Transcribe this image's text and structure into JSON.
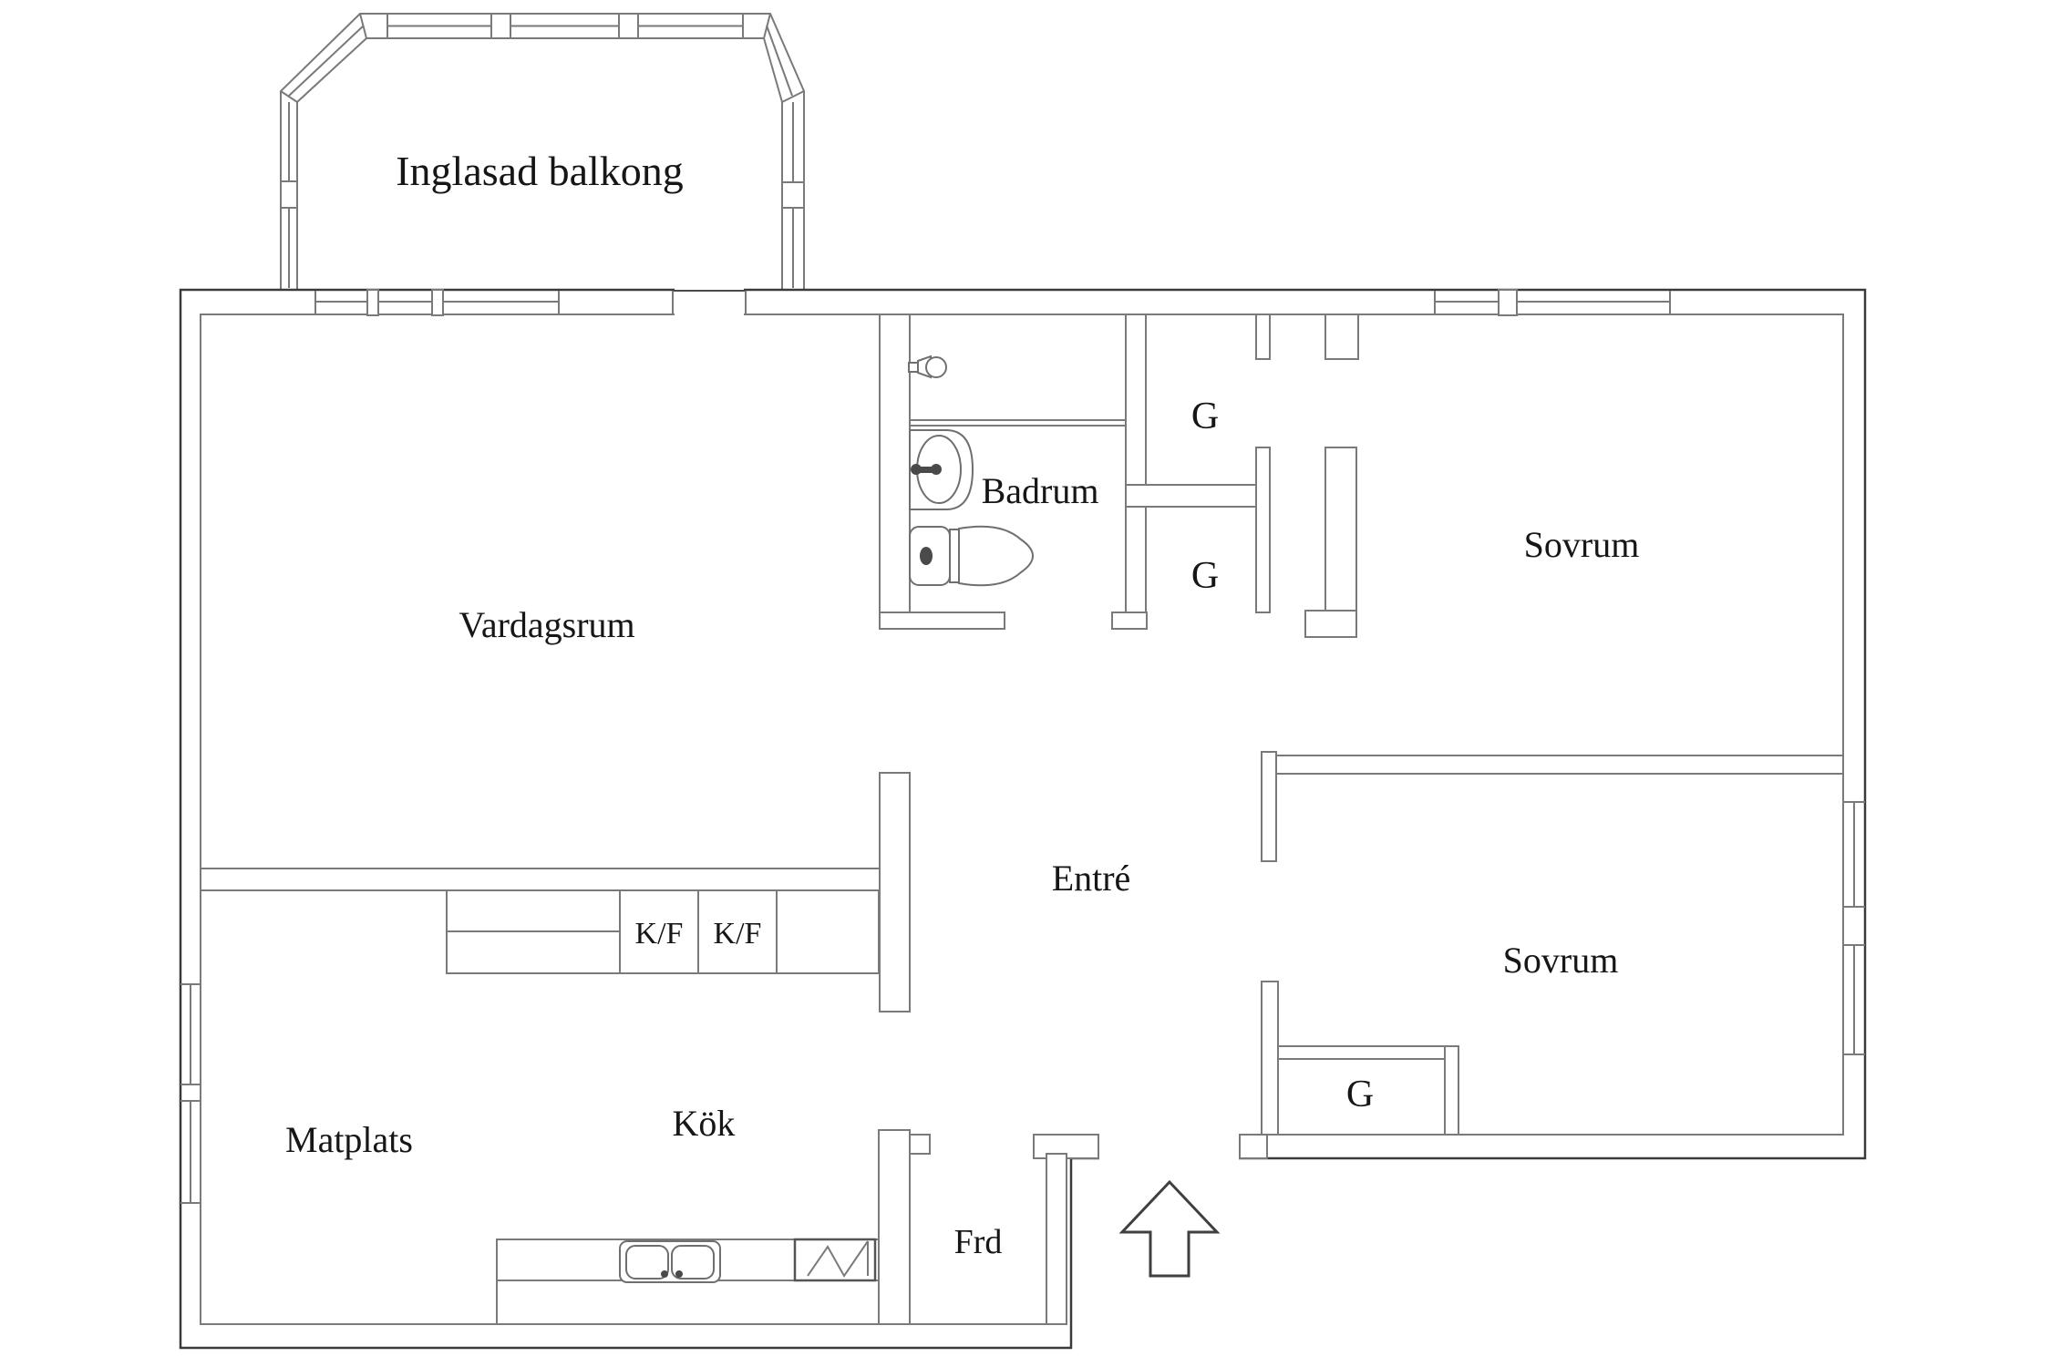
{
  "page": {
    "background": "#ffffff"
  },
  "colors": {
    "outer_wall_line": "#3a3a3a",
    "inner_wall_line": "#7a7a7a",
    "fixture_line": "#6f6f6f",
    "fixture_dark": "#4a4a4a",
    "text": "#161616"
  },
  "rooms": {
    "balcony": {
      "label": "Inglasad balkong"
    },
    "living_room": {
      "label": "Vardagsrum"
    },
    "bathroom": {
      "label": "Badrum"
    },
    "bedroom_top": {
      "label": "Sovrum"
    },
    "bedroom_bottom": {
      "label": "Sovrum"
    },
    "entry": {
      "label": "Entré"
    },
    "dining": {
      "label": "Matplats"
    },
    "kitchen": {
      "label": "Kök"
    },
    "storage": {
      "label": "Frd"
    }
  },
  "closets": {
    "top": {
      "label": "G"
    },
    "middle": {
      "label": "G"
    },
    "bedroom": {
      "label": "G"
    }
  },
  "appliances": {
    "fridge_freezer_left": {
      "label": "K/F"
    },
    "fridge_freezer_right": {
      "label": "K/F"
    }
  },
  "icons": {
    "bathroom": [
      "shower-icon",
      "washbasin-icon",
      "toilet-icon"
    ],
    "kitchen": [
      "double-sink-icon",
      "dishwasher-icon"
    ],
    "entrance": [
      "entrance-arrow-icon"
    ]
  }
}
